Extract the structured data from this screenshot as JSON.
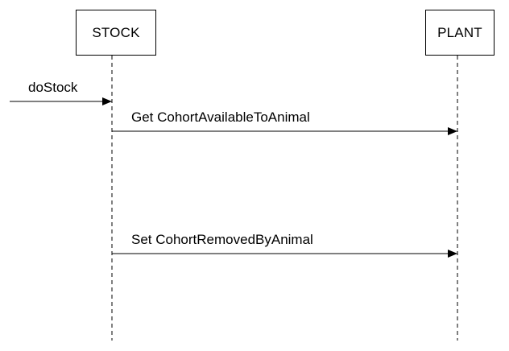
{
  "lifelines": {
    "stock": {
      "label": "STOCK"
    },
    "plant": {
      "label": "PLANT"
    }
  },
  "messages": {
    "dostock": {
      "label": "doStock",
      "from": "external",
      "to": "STOCK"
    },
    "get": {
      "label": "Get CohortAvailableToAnimal",
      "from": "STOCK",
      "to": "PLANT"
    },
    "set": {
      "label": "Set CohortRemovedByAnimal",
      "from": "STOCK",
      "to": "PLANT"
    }
  },
  "colors": {
    "line": "#000000",
    "background": "#ffffff"
  }
}
